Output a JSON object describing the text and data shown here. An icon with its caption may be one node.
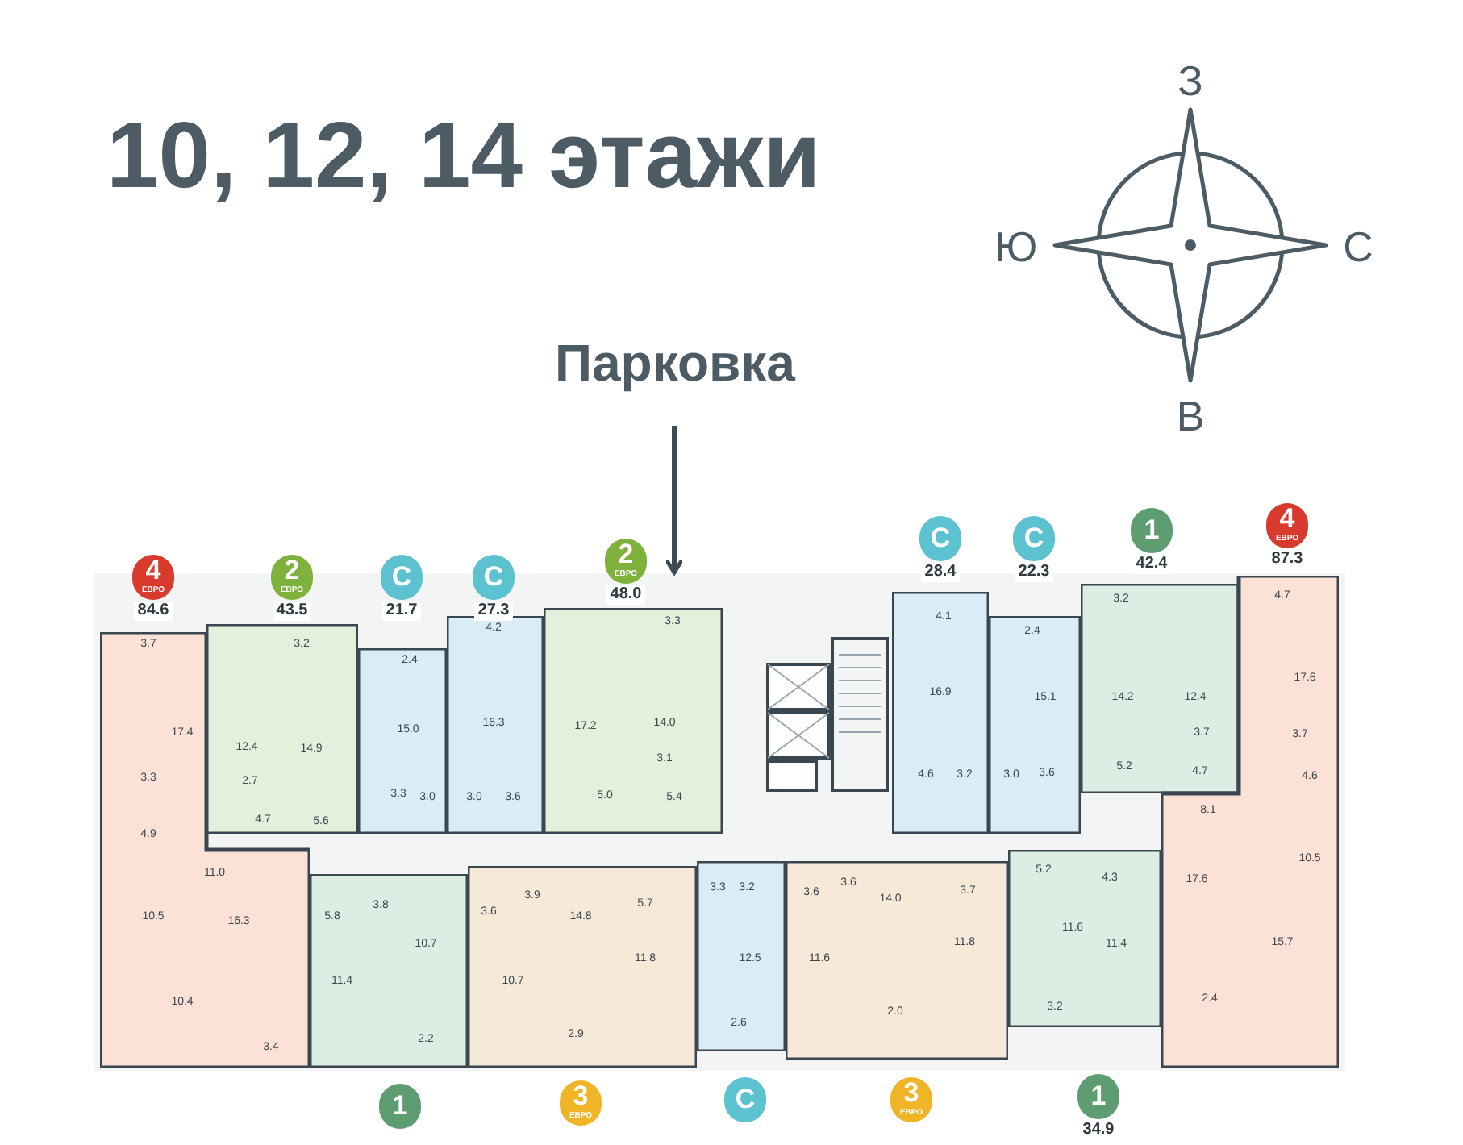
{
  "diagram": {
    "title": "10, 12, 14 этажи",
    "nodes": [
      {
        "text": [
          "Парковка"
        ]
      },
      {
        "text": [
          "4",
          "ЕВРО"
        ],
        "beside": [
          "84.6"
        ]
      },
      {
        "text": [
          "2",
          "ЕВРО"
        ],
        "beside": [
          "43.5"
        ]
      },
      {
        "text": [
          "С"
        ],
        "beside": [
          "21.7"
        ]
      },
      {
        "text": [
          "С"
        ],
        "beside": [
          "27.3"
        ]
      },
      {
        "text": [
          "2",
          "ЕВРО"
        ],
        "beside": [
          "48.0"
        ]
      },
      {
        "text": [
          "С"
        ],
        "beside": [
          "28.4"
        ]
      },
      {
        "text": [
          "С"
        ],
        "beside": [
          "22.3"
        ]
      },
      {
        "text": [
          "1"
        ],
        "beside": [
          "42.4"
        ]
      },
      {
        "text": [
          "4",
          "ЕВРО"
        ],
        "beside": [
          "87.3"
        ]
      },
      {
        "text": [],
        "shape": "box"
      },
      {
        "text": [
          "3.7",
          "17.4",
          "3.3",
          "4.9",
          "11.0",
          "10.5",
          "16.3",
          "10.4",
          "3.4"
        ],
        "in": 10
      },
      {
        "text": [
          "3.2",
          "12.4",
          "14.9",
          "2.7",
          "4.7",
          "5.6"
        ],
        "in": 10
      },
      {
        "text": [
          "2.4",
          "15.0",
          "3.3",
          "3.0"
        ],
        "in": 10
      },
      {
        "text": [
          "4.2",
          "16.3",
          "3.0",
          "3.6"
        ],
        "in": 10
      },
      {
        "text": [
          "3.3",
          "17.2",
          "14.0",
          "3.1",
          "5.0",
          "5.4"
        ],
        "in": 10
      },
      {
        "text": [
          "4.1",
          "16.9",
          "4.6",
          "3.2"
        ],
        "in": 10
      },
      {
        "text": [
          "2.4",
          "15.1",
          "3.0",
          "3.6"
        ],
        "in": 10
      },
      {
        "text": [
          "3.2",
          "14.2",
          "12.4",
          "3.7",
          "5.2",
          "4.7"
        ],
        "in": 10
      },
      {
        "text": [
          "4.7",
          "17.6",
          "3.7",
          "4.6",
          "8.1",
          "10.5",
          "17.6",
          "15.7",
          "2.4"
        ],
        "in": 10
      },
      {
        "text": [
          "5.8",
          "3.8",
          "11.4",
          "10.7",
          "2.2"
        ],
        "in": 10
      },
      {
        "text": [
          "3.6",
          "3.9",
          "10.7",
          "14.8",
          "5.7",
          "11.8",
          "2.9"
        ],
        "in": 10
      },
      {
        "text": [
          "3.3",
          "3.2",
          "12.5",
          "2.6"
        ],
        "in": 10
      },
      {
        "text": [
          "3.6",
          "3.6",
          "14.0",
          "11.6",
          "2.0",
          "3.7",
          "11.8"
        ],
        "in": 10
      },
      {
        "text": [
          "5.2",
          "4.3",
          "11.6",
          "11.4",
          "3.2"
        ],
        "in": 10
      },
      {
        "text": [
          "1"
        ]
      },
      {
        "text": [
          "3",
          "ЕВРО"
        ]
      },
      {
        "text": [
          "С"
        ]
      },
      {
        "text": [
          "3",
          "ЕВРО"
        ]
      },
      {
        "text": [
          "1"
        ],
        "beside": [
          "34.9"
        ]
      }
    ],
    "edges": [
      {
        "from": 0,
        "to": 10,
        "arrow": "to"
      }
    ],
    "labels": [
      "З",
      "Ю",
      "С",
      "В"
    ]
  }
}
